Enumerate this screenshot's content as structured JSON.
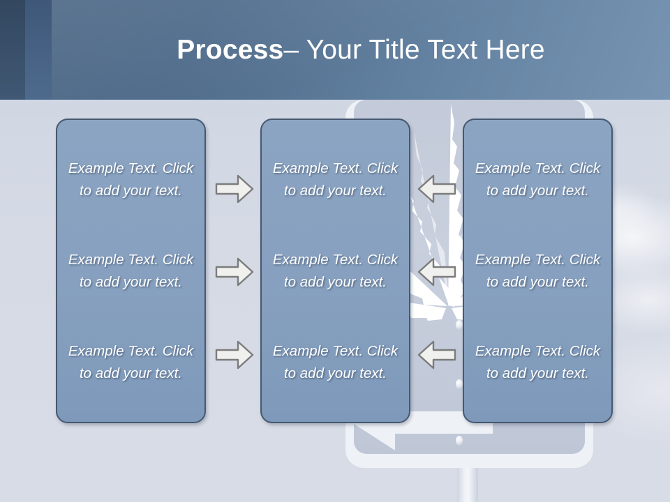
{
  "slide": {
    "title_strong": "Process",
    "title_light": " – Your Title Text Here",
    "background_color": "#d3d9e4",
    "header_accent": "#486382",
    "box_fill": "#87a0bf",
    "box_border": "#465870"
  },
  "columns": [
    {
      "name": "column-1",
      "items": [
        "Example Text. Click  to add your text.",
        "Example Text. Click  to add your text.",
        "Example Text. Click  to add your text."
      ]
    },
    {
      "name": "column-2",
      "items": [
        "Example Text. Click  to add your text.",
        "Example Text. Click  to add your text.",
        "Example Text. Click  to add your text."
      ]
    },
    {
      "name": "column-3",
      "items": [
        "Example Text. Click  to add your text.",
        "Example Text. Click  to add your text.",
        "Example Text. Click  to add your text."
      ]
    }
  ],
  "connectors": {
    "left_group_direction": "right",
    "right_group_direction": "left",
    "fill": "#f0f0ee",
    "stroke": "#7c7c7c",
    "count_per_group": 3
  },
  "decor": {
    "leaf": "cannabis-leaf-graphic",
    "sign": "road-sign-with-left-arrow",
    "sky": "cloudy-sky-photo"
  }
}
